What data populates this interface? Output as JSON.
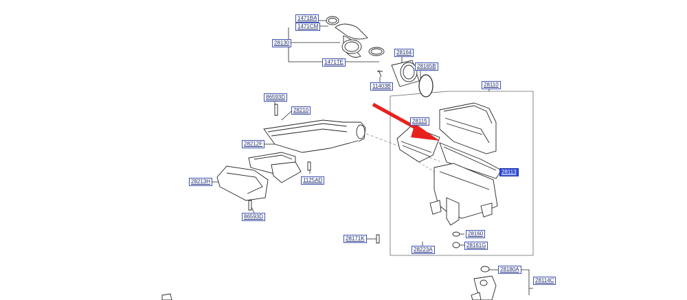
{
  "parts": {
    "p1471BA": "1471BA",
    "p1471CM": "1471CM",
    "p28130": "28130",
    "p1471TE": "1471TE",
    "p28164": "28164",
    "p11403B": "11403B",
    "p28165B": "28165B",
    "p28110": "28110",
    "p86593D_top": "86593D",
    "p28210": "28210",
    "p28115": "28115",
    "p28212F": "28212F",
    "p1125AD": "1125AD",
    "p28213H": "28213H",
    "p86593D_bottom": "86593D",
    "p28113": "28113",
    "p28171K": "28171K",
    "p28160": "28160",
    "p28161G": "28161G",
    "p28223A": "28223A",
    "p28180A": "28180A",
    "p28114C": "28114C"
  },
  "colors": {
    "label_border": "#3b4fb0",
    "label_text": "#1f2d6e",
    "highlight_fill": "#2f4bd6",
    "arrow": "#e8201c",
    "line": "#222222"
  },
  "highlighted_part": "p28113"
}
